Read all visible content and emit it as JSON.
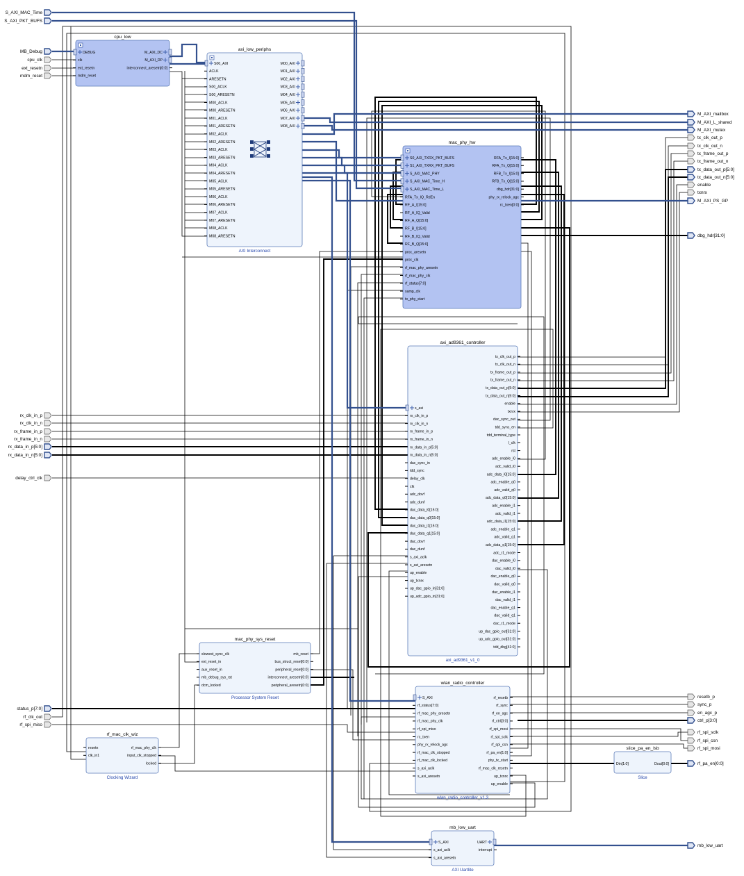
{
  "colors": {
    "block_highlight": "#b3c3f2",
    "block_normal": "#eef4fc",
    "block_border": "#5a7ab8",
    "bus_wire": "#33508e",
    "signal_wire": "#000000"
  },
  "external_inputs": [
    {
      "label": "S_AXI_MAC_Time",
      "bus": true
    },
    {
      "label": "S_AXI_PKT_BUFS",
      "bus": true
    },
    {
      "label": "MB_Debug",
      "bus": true
    },
    {
      "label": "cpu_clk",
      "bus": false
    },
    {
      "label": "ext_resetn",
      "bus": false
    },
    {
      "label": "mdm_reset",
      "bus": false
    },
    {
      "label": "rx_clk_in_p",
      "bus": false
    },
    {
      "label": "rx_clk_in_n",
      "bus": false
    },
    {
      "label": "rx_frame_in_p",
      "bus": false
    },
    {
      "label": "rx_frame_in_n",
      "bus": false
    },
    {
      "label": "rx_data_in_p[5:0]",
      "bus": true
    },
    {
      "label": "rx_data_in_n[5:0]",
      "bus": true
    },
    {
      "label": "delay_ctrl_clk",
      "bus": false
    },
    {
      "label": "status_p[7:0]",
      "bus": true
    },
    {
      "label": "rf_clk_out",
      "bus": false
    },
    {
      "label": "rf_spi_miso",
      "bus": false
    }
  ],
  "external_outputs": [
    {
      "label": "M_AXI_mailbox",
      "bus": true
    },
    {
      "label": "M_AXI_L_shared",
      "bus": true
    },
    {
      "label": "M_AXI_mutex",
      "bus": true
    },
    {
      "label": "tx_clk_out_p",
      "bus": false
    },
    {
      "label": "tx_clk_out_n",
      "bus": false
    },
    {
      "label": "tx_frame_out_p",
      "bus": false
    },
    {
      "label": "tx_frame_out_n",
      "bus": false
    },
    {
      "label": "tx_data_out_p[5:0]",
      "bus": true
    },
    {
      "label": "tx_data_out_n[5:0]",
      "bus": true
    },
    {
      "label": "enable",
      "bus": false
    },
    {
      "label": "txnrx",
      "bus": false
    },
    {
      "label": "M_AXI_PS_GP",
      "bus": true
    },
    {
      "label": "dbg_hdr[31:0]",
      "bus": true
    },
    {
      "label": "resetb_p",
      "bus": false
    },
    {
      "label": "sync_p",
      "bus": false
    },
    {
      "label": "en_agc_p",
      "bus": false
    },
    {
      "label": "ctrl_p[3:0]",
      "bus": true
    },
    {
      "label": "rf_spi_sclk",
      "bus": false
    },
    {
      "label": "rf_spi_csn",
      "bus": false
    },
    {
      "label": "rf_spi_mosi",
      "bus": false
    },
    {
      "label": "rf_pa_en[0:0]",
      "bus": true
    },
    {
      "label": "mb_low_uart",
      "bus": true
    }
  ],
  "blocks": [
    {
      "id": "cpu_low",
      "title": "cpu_low",
      "subtitle": "",
      "highlight": true,
      "left": [
        {
          "label": "DEBUG",
          "iface": true
        },
        {
          "label": "clk"
        },
        {
          "label": "ext_resetn"
        },
        {
          "label": "mdm_reset"
        }
      ],
      "right": [
        {
          "label": "M_AXI_DC",
          "iface": true
        },
        {
          "label": "M_AXI_DP",
          "iface": true
        },
        {
          "label": "interconnect_aresetn[0:0]"
        }
      ]
    },
    {
      "id": "axi_low_periphs",
      "title": "axi_low_periphs",
      "subtitle": "AXI Interconnect",
      "highlight": false,
      "left": [
        {
          "label": "S00_AXI",
          "iface": true
        },
        {
          "label": "ACLK"
        },
        {
          "label": "ARESETN"
        },
        {
          "label": "S00_ACLK"
        },
        {
          "label": "S00_ARESETN"
        },
        {
          "label": "M00_ACLK"
        },
        {
          "label": "M00_ARESETN"
        },
        {
          "label": "M01_ACLK"
        },
        {
          "label": "M01_ARESETN"
        },
        {
          "label": "M02_ACLK"
        },
        {
          "label": "M02_ARESETN"
        },
        {
          "label": "M03_ACLK"
        },
        {
          "label": "M03_ARESETN"
        },
        {
          "label": "M04_ACLK"
        },
        {
          "label": "M04_ARESETN"
        },
        {
          "label": "M05_ACLK"
        },
        {
          "label": "M05_ARESETN"
        },
        {
          "label": "M06_ACLK"
        },
        {
          "label": "M06_ARESETN"
        },
        {
          "label": "M07_ACLK"
        },
        {
          "label": "M07_ARESETN"
        },
        {
          "label": "M08_ACLK"
        },
        {
          "label": "M08_ARESETN"
        }
      ],
      "right": [
        {
          "label": "M00_AXI",
          "iface": true
        },
        {
          "label": "M01_AXI",
          "iface": true
        },
        {
          "label": "M02_AXI",
          "iface": true
        },
        {
          "label": "M03_AXI",
          "iface": true
        },
        {
          "label": "M04_AXI",
          "iface": true
        },
        {
          "label": "M05_AXI",
          "iface": true
        },
        {
          "label": "M06_AXI",
          "iface": true
        },
        {
          "label": "M07_AXI",
          "iface": true
        },
        {
          "label": "M08_AXI",
          "iface": true
        }
      ]
    },
    {
      "id": "mac_phy_hw",
      "title": "mac_phy_hw",
      "subtitle": "",
      "highlight": true,
      "left": [
        {
          "label": "S0_AXI_TXRX_PKT_BUFS",
          "iface": true
        },
        {
          "label": "S1_AXI_TXRX_PKT_BUFS",
          "iface": true
        },
        {
          "label": "S_AXI_MAC_PHY",
          "iface": true
        },
        {
          "label": "S_AXI_MAC_Time_H",
          "iface": true
        },
        {
          "label": "S_AXI_MAC_Time_L",
          "iface": true
        },
        {
          "label": "RFA_Tx_IQ_RdEn"
        },
        {
          "label": "RF_A_I[15:0]"
        },
        {
          "label": "RF_A_IQ_Valid"
        },
        {
          "label": "RF_A_Q[15:0]"
        },
        {
          "label": "RF_B_I[15:0]"
        },
        {
          "label": "RF_B_IQ_Valid"
        },
        {
          "label": "RF_B_Q[15:0]"
        },
        {
          "label": "proc_aresetn"
        },
        {
          "label": "proc_clk"
        },
        {
          "label": "rf_mac_phy_aresetn"
        },
        {
          "label": "rf_mac_phy_clk"
        },
        {
          "label": "rf_status[7:0]"
        },
        {
          "label": "samp_clk"
        },
        {
          "label": "tx_phy_start"
        }
      ],
      "right": [
        {
          "label": "RFA_Tx_I[15:0]"
        },
        {
          "label": "RFA_Tx_Q[15:0]"
        },
        {
          "label": "RFB_Tx_I[15:0]"
        },
        {
          "label": "RFB_Tx_Q[15:0]"
        },
        {
          "label": "dbg_hdr[31:0]"
        },
        {
          "label": "phy_rx_relock_agc"
        },
        {
          "label": "rc_txen[0:0]"
        }
      ]
    },
    {
      "id": "axi_ad9361_controller",
      "title": "axi_ad9361_controller",
      "subtitle": "axi_ad9361_v1_0",
      "highlight": false,
      "left": [
        {
          "label": "s_axi",
          "iface": true
        },
        {
          "label": "rx_clk_in_p"
        },
        {
          "label": "rx_clk_in_n"
        },
        {
          "label": "rx_frame_in_p"
        },
        {
          "label": "rx_frame_in_n"
        },
        {
          "label": "rx_data_in_p[5:0]"
        },
        {
          "label": "rx_data_in_n[5:0]"
        },
        {
          "label": "dac_sync_in"
        },
        {
          "label": "tdd_sync"
        },
        {
          "label": "delay_clk"
        },
        {
          "label": "clk"
        },
        {
          "label": "adc_dovf"
        },
        {
          "label": "adc_dunf"
        },
        {
          "label": "dac_data_i0[15:0]"
        },
        {
          "label": "dac_data_q0[15:0]"
        },
        {
          "label": "dac_data_i1[15:0]"
        },
        {
          "label": "dac_data_q1[15:0]"
        },
        {
          "label": "dac_dovf"
        },
        {
          "label": "dac_dunf"
        },
        {
          "label": "s_axi_aclk"
        },
        {
          "label": "s_axi_aresetn"
        },
        {
          "label": "up_enable"
        },
        {
          "label": "up_txnrx"
        },
        {
          "label": "up_dac_gpio_in[31:0]"
        },
        {
          "label": "up_adc_gpio_in[31:0]"
        }
      ],
      "right": [
        {
          "label": "tx_clk_out_p"
        },
        {
          "label": "tx_clk_out_n"
        },
        {
          "label": "tx_frame_out_p"
        },
        {
          "label": "tx_frame_out_n"
        },
        {
          "label": "tx_data_out_p[5:0]"
        },
        {
          "label": "tx_data_out_n[5:0]"
        },
        {
          "label": "enable"
        },
        {
          "label": "txnrx"
        },
        {
          "label": "dac_sync_out"
        },
        {
          "label": "tdd_sync_en"
        },
        {
          "label": "tdd_terminal_type"
        },
        {
          "label": "l_clk"
        },
        {
          "label": "rst"
        },
        {
          "label": "adc_enable_i0"
        },
        {
          "label": "adc_valid_i0"
        },
        {
          "label": "adc_data_i0[15:0]"
        },
        {
          "label": "adc_enable_q0"
        },
        {
          "label": "adc_valid_q0"
        },
        {
          "label": "adc_data_q0[15:0]"
        },
        {
          "label": "adc_enable_i1"
        },
        {
          "label": "adc_valid_i1"
        },
        {
          "label": "adc_data_i1[15:0]"
        },
        {
          "label": "adc_enable_q1"
        },
        {
          "label": "adc_valid_q1"
        },
        {
          "label": "adc_data_q1[15:0]"
        },
        {
          "label": "adc_r1_mode"
        },
        {
          "label": "dac_enable_i0"
        },
        {
          "label": "dac_valid_i0"
        },
        {
          "label": "dac_enable_q0"
        },
        {
          "label": "dac_valid_q0"
        },
        {
          "label": "dac_enable_i1"
        },
        {
          "label": "dac_valid_i1"
        },
        {
          "label": "dac_enable_q1"
        },
        {
          "label": "dac_valid_q1"
        },
        {
          "label": "dac_r1_mode"
        },
        {
          "label": "up_dac_gpio_out[31:0]"
        },
        {
          "label": "up_adc_gpio_out[31:0]"
        },
        {
          "label": "tdd_dbg[41:0]"
        }
      ]
    },
    {
      "id": "mac_phy_sys_reset",
      "title": "mac_phy_sys_reset",
      "subtitle": "Processor System Reset",
      "highlight": false,
      "left": [
        {
          "label": "slowest_sync_clk"
        },
        {
          "label": "ext_reset_in"
        },
        {
          "label": "aux_reset_in"
        },
        {
          "label": "mb_debug_sys_rst"
        },
        {
          "label": "dcm_locked"
        }
      ],
      "right": [
        {
          "label": "mb_reset"
        },
        {
          "label": "bus_struct_reset[0:0]"
        },
        {
          "label": "peripheral_reset[0:0]"
        },
        {
          "label": "interconnect_aresetn[0:0]"
        },
        {
          "label": "peripheral_aresetn[0:0]"
        }
      ]
    },
    {
      "id": "wlan_radio_controller",
      "title": "wlan_radio_controller",
      "subtitle": "wlan_radio_controller_v1.3",
      "highlight": false,
      "left": [
        {
          "label": "S_AXI",
          "iface": true
        },
        {
          "label": "rf_status[7:0]"
        },
        {
          "label": "rf_mac_phy_aresetn"
        },
        {
          "label": "rf_mac_phy_clk"
        },
        {
          "label": "rf_spi_miso"
        },
        {
          "label": "rc_txen"
        },
        {
          "label": "phy_rx_relock_agc"
        },
        {
          "label": "rf_mac_clk_stopped"
        },
        {
          "label": "rf_mac_clk_locked"
        },
        {
          "label": "s_axi_aclk"
        },
        {
          "label": "s_axi_aresetn"
        }
      ],
      "right": [
        {
          "label": "rf_resetb"
        },
        {
          "label": "rf_sync"
        },
        {
          "label": "rf_en_agc"
        },
        {
          "label": "rf_ctrl[3:0]"
        },
        {
          "label": "rf_spi_mosi"
        },
        {
          "label": "rf_spi_sclk"
        },
        {
          "label": "rf_spi_csn"
        },
        {
          "label": "rf_pa_en[1:0]"
        },
        {
          "label": "phy_tx_start"
        },
        {
          "label": "rf_mac_clk_resetn"
        },
        {
          "label": "up_txnrx"
        },
        {
          "label": "up_enable"
        }
      ]
    },
    {
      "id": "rf_mac_clk_wiz",
      "title": "rf_mac_clk_wiz",
      "subtitle": "Clocking Wizard",
      "highlight": false,
      "left": [
        {
          "label": "resetn"
        },
        {
          "label": "clk_in1"
        }
      ],
      "right": [
        {
          "label": "rf_mac_phy_clk"
        },
        {
          "label": "input_clk_stopped"
        },
        {
          "label": "locked"
        }
      ]
    },
    {
      "id": "slice_pa_en_lsb",
      "title": "slice_pa_en_lsb",
      "subtitle": "Slice",
      "highlight": false,
      "left": [
        {
          "label": "Din[1:0]"
        }
      ],
      "right": [
        {
          "label": "Dout[0:0]"
        }
      ]
    },
    {
      "id": "mb_low_uart",
      "title": "mb_low_uart",
      "subtitle": "AXI Uartlite",
      "highlight": false,
      "left": [
        {
          "label": "S_AXI",
          "iface": true
        },
        {
          "label": "s_axi_aclk"
        },
        {
          "label": "s_axi_aresetn"
        }
      ],
      "right": [
        {
          "label": "UART",
          "iface": true
        },
        {
          "label": "interrupt"
        }
      ]
    }
  ]
}
